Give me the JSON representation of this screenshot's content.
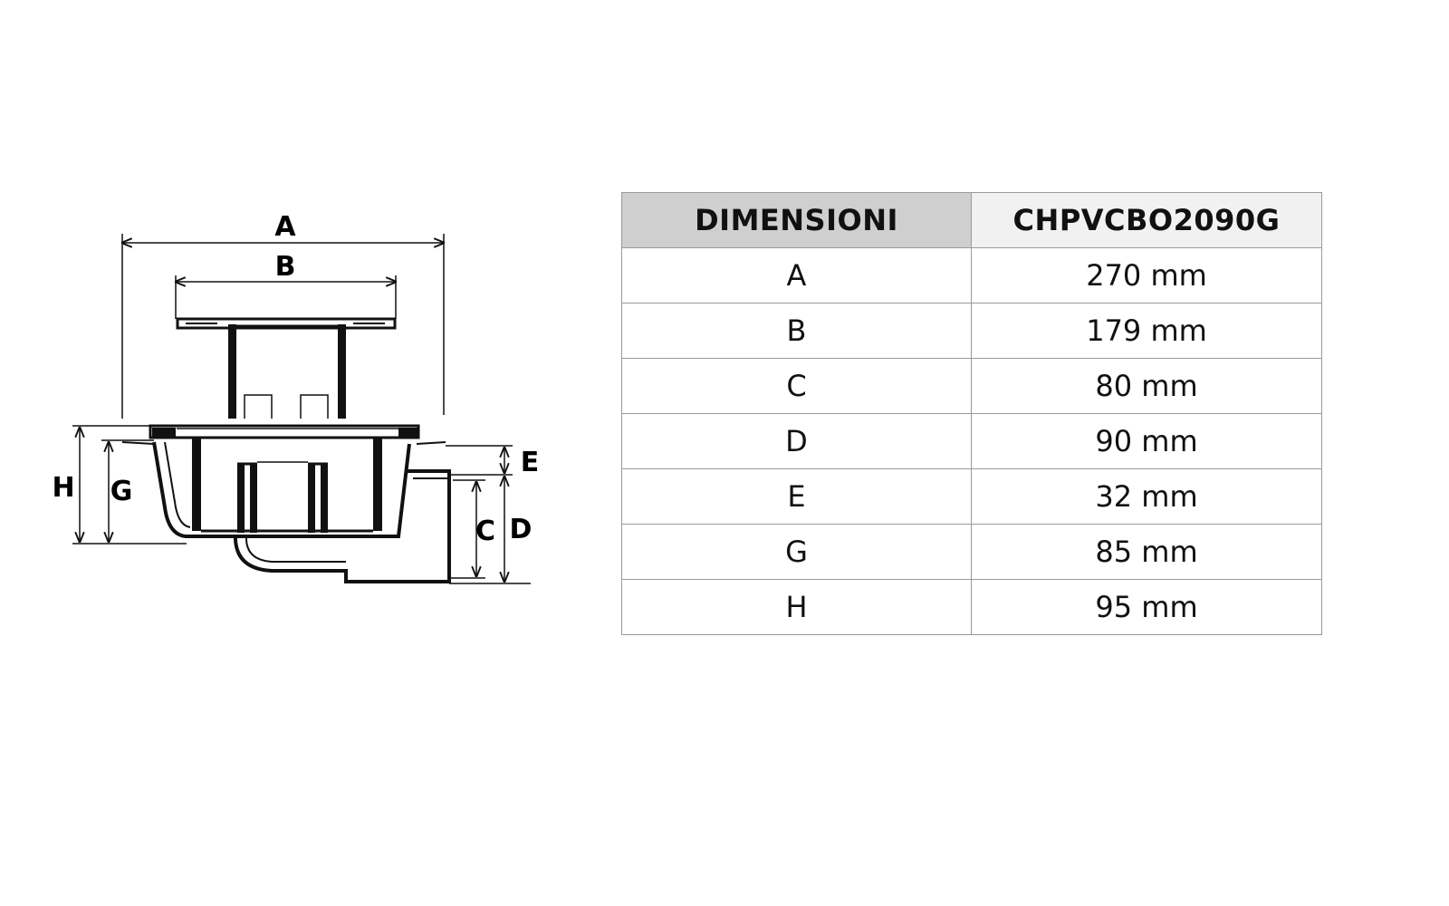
{
  "diagram": {
    "labels": {
      "A": "A",
      "B": "B",
      "C": "C",
      "D": "D",
      "E": "E",
      "G": "G",
      "H": "H"
    },
    "line_color": "#111111"
  },
  "table": {
    "headers": [
      "DIMENSIONI",
      "CHPVCBO2090G"
    ],
    "rows": [
      {
        "dim": "A",
        "value": "270 mm"
      },
      {
        "dim": "B",
        "value": "179 mm"
      },
      {
        "dim": "C",
        "value": "80 mm"
      },
      {
        "dim": "D",
        "value": "90 mm"
      },
      {
        "dim": "E",
        "value": "32 mm"
      },
      {
        "dim": "G",
        "value": "85 mm"
      },
      {
        "dim": "H",
        "value": "95 mm"
      }
    ],
    "colors": {
      "header_dim_bg": "#cfcfcf",
      "header_code_bg": "#f1f1f1",
      "border": "#9a9a9a"
    }
  }
}
